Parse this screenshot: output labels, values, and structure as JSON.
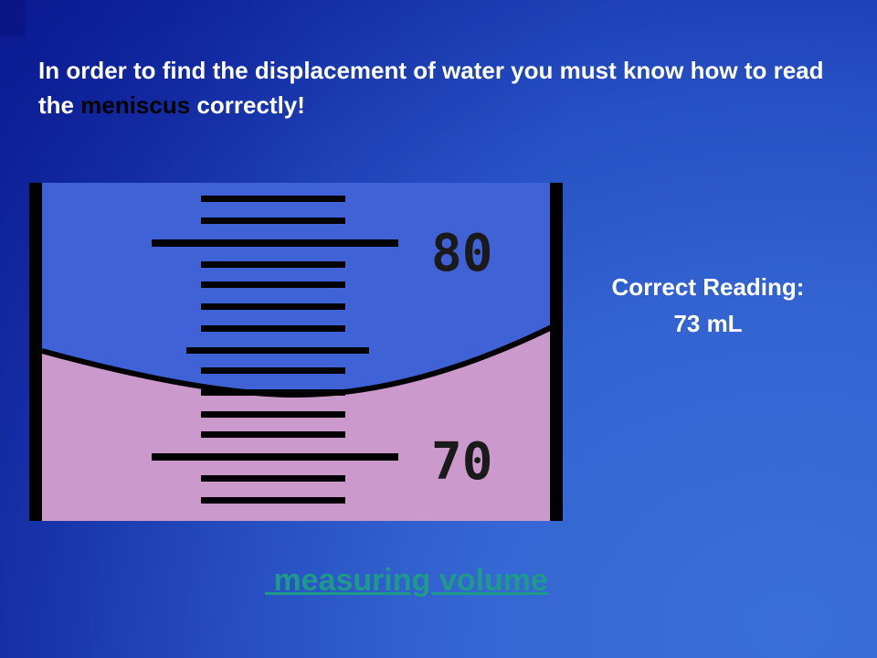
{
  "slide": {
    "heading_part1": "In order to find the displacement of water you must know how to read the ",
    "heading_highlight": "meniscus",
    "heading_part2": " correctly!",
    "reading_label": "Correct Reading:",
    "reading_value": "73 mL",
    "link_text": " measuring volume"
  },
  "cylinder": {
    "upper_mark": "80",
    "lower_mark": "70",
    "liquid_color": "#cc99cc",
    "background_color": "#3f62d6",
    "marking_color": "#000000"
  }
}
